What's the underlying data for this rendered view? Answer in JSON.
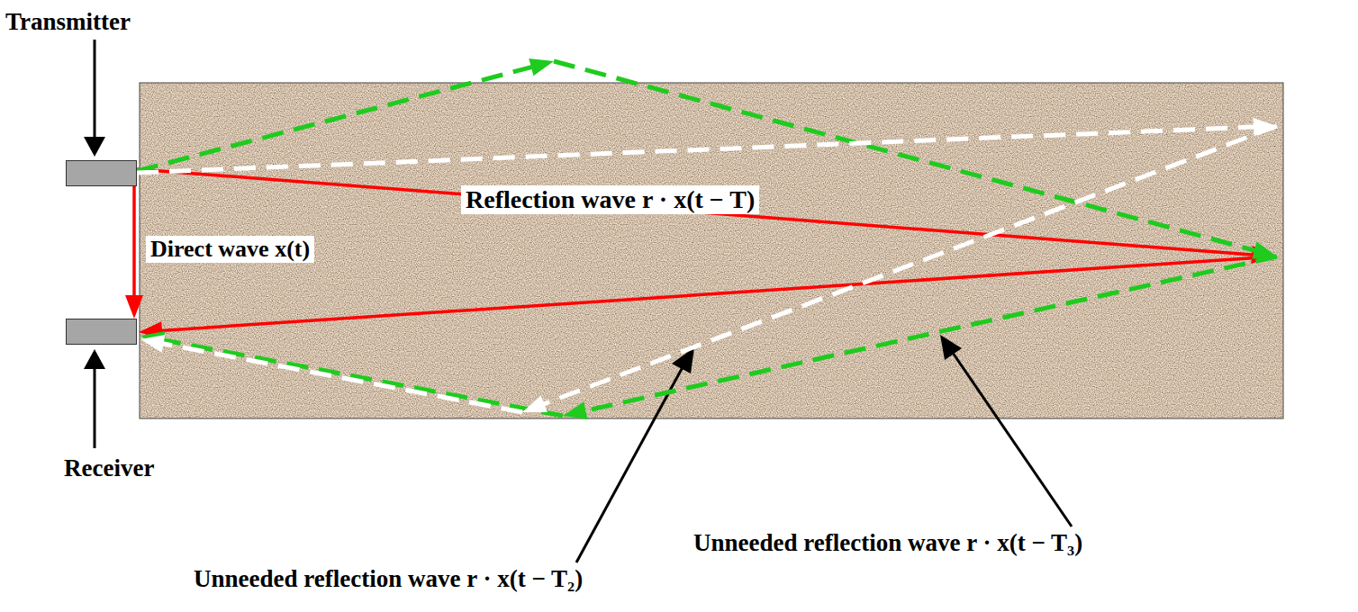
{
  "diagram": {
    "nodes": [
      {
        "text": [
          "Transmitter"
        ]
      },
      {
        "text": [
          "Receiver"
        ]
      }
    ],
    "edges": [
      {
        "from": 0,
        "to": 1,
        "arrow": "to",
        "label": "Direct wave x(t)"
      },
      {
        "from": 0,
        "to": 1,
        "arrow": "to",
        "label": "Reflection wave r · x(t − T)"
      },
      {
        "from": 0,
        "to": 1,
        "arrow": "to"
      },
      {
        "from": 0,
        "to": 1,
        "arrow": "to"
      }
    ],
    "labels": [
      "Unneeded reflection wave r · x(t − T₂)",
      "Unneeded reflection wave r · x(t − T₃)"
    ]
  }
}
